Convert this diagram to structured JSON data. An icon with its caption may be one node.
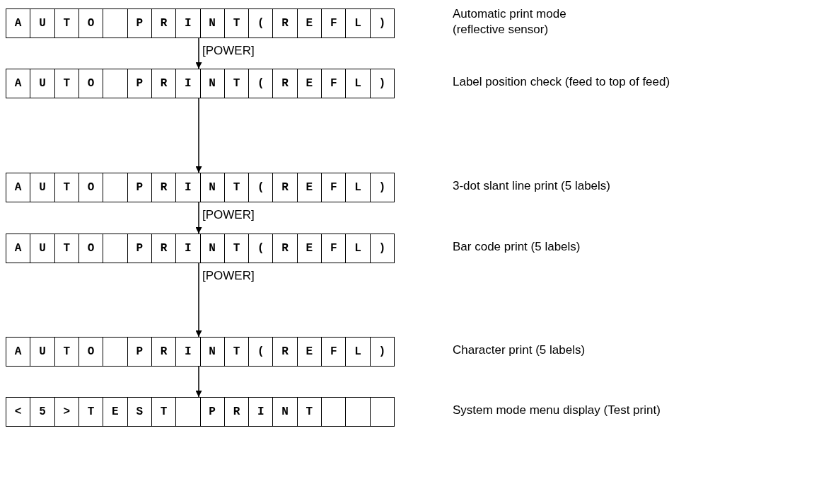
{
  "diagram": {
    "nodes": [
      {
        "text": [
          "A",
          "U",
          "T",
          "O",
          "P",
          "R",
          "I",
          "N",
          "T",
          "(",
          "R",
          "E",
          "F",
          "L",
          ")"
        ]
      },
      {
        "text": [
          "A",
          "U",
          "T",
          "O",
          "P",
          "R",
          "I",
          "N",
          "T",
          "(",
          "R",
          "E",
          "F",
          "L",
          ")"
        ]
      },
      {
        "text": [
          "A",
          "U",
          "T",
          "O",
          "P",
          "R",
          "I",
          "N",
          "T",
          "(",
          "R",
          "E",
          "F",
          "L",
          ")"
        ]
      },
      {
        "text": [
          "A",
          "U",
          "T",
          "O",
          "P",
          "R",
          "I",
          "N",
          "T",
          "(",
          "R",
          "E",
          "F",
          "L",
          ")"
        ]
      },
      {
        "text": [
          "A",
          "U",
          "T",
          "O",
          "P",
          "R",
          "I",
          "N",
          "T",
          "(",
          "R",
          "E",
          "F",
          "L",
          ")"
        ]
      },
      {
        "text": [
          "<",
          "5",
          ">",
          "T",
          "E",
          "S",
          "T",
          "P",
          "R",
          "I",
          "N",
          "T"
        ]
      }
    ],
    "edges": [
      {
        "from": 0,
        "to": 1,
        "arrow": "to",
        "label": "[POWER]"
      },
      {
        "from": 1,
        "to": 2,
        "arrow": "to"
      },
      {
        "from": 2,
        "to": 3,
        "arrow": "to",
        "label": "[POWER]"
      },
      {
        "from": 3,
        "to": 4,
        "arrow": "to",
        "label": "[POWER]"
      },
      {
        "from": 4,
        "to": 5,
        "arrow": "to"
      }
    ],
    "labels": [
      "Automatic print mode (reflective sensor)",
      "Label position check (feed to top of feed)",
      "3-dot slant line print (5 labels)",
      "Bar code print (5 labels)",
      "Character print (5 labels)",
      "System mode menu display (Test print)"
    ]
  }
}
